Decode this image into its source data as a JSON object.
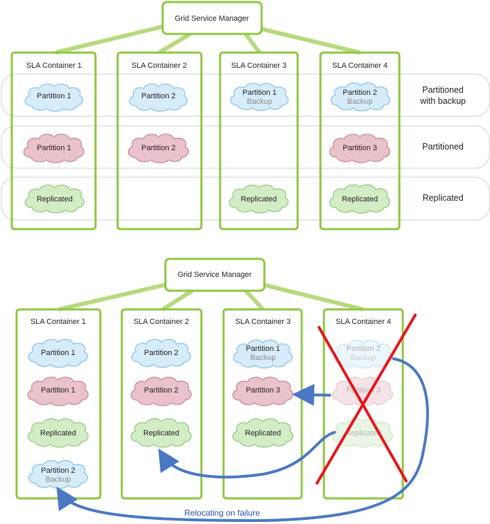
{
  "top": {
    "manager": "Grid Service Manager",
    "containers": [
      "SLA Container 1",
      "SLA Container 2",
      "SLA Container 3",
      "SLA Container 4"
    ],
    "row_labels": [
      [
        "Partitioned",
        "with backup"
      ],
      [
        "Partitioned"
      ],
      [
        "Replicated"
      ]
    ],
    "clouds": {
      "backup_row": [
        {
          "title": "Partition 1",
          "sub": ""
        },
        {
          "title": "Partition 2",
          "sub": ""
        },
        {
          "title": "Partition 1",
          "sub": "Backup"
        },
        {
          "title": "Partition 2",
          "sub": "Backup"
        }
      ],
      "partitioned_row": [
        {
          "title": "Partition 1"
        },
        {
          "title": "Partition 2"
        },
        {
          "title": "Partition 3"
        }
      ],
      "replicated_row": [
        {
          "title": "Replicated"
        },
        {
          "title": "Replicated"
        },
        {
          "title": "Replicated"
        }
      ]
    }
  },
  "bottom": {
    "manager": "Grid Service Manager",
    "containers": [
      "SLA Container 1",
      "SLA Container 2",
      "SLA Container 3",
      "SLA Container 4"
    ],
    "c1": [
      {
        "title": "Partition 1",
        "sub": ""
      },
      {
        "title": "Partition 1",
        "sub": ""
      },
      {
        "title": "Replicated",
        "sub": ""
      },
      {
        "title": "Partition 2",
        "sub": "Backup"
      }
    ],
    "c2": [
      {
        "title": "Partition 2",
        "sub": ""
      },
      {
        "title": "Partition 2",
        "sub": ""
      },
      {
        "title": "Replicated",
        "sub": ""
      }
    ],
    "c3": [
      {
        "title": "Partition 1",
        "sub": "Backup"
      },
      {
        "title": "Partition 3",
        "sub": ""
      },
      {
        "title": "Replicated",
        "sub": ""
      }
    ],
    "c4_failed": [
      {
        "title": "Partition 2",
        "sub": "Backup"
      },
      {
        "title": "Partition 3",
        "sub": ""
      },
      {
        "title": "Replicated",
        "sub": ""
      }
    ],
    "caption": "Relocating on failure"
  },
  "colors": {
    "green_border": "#8dc63f",
    "blue_cloud": "#d6ecfb",
    "blue_stroke": "#8fc4ea",
    "red_cloud": "#e9c2cb",
    "red_stroke": "#c9909c",
    "green_cloud": "#d2ecc6",
    "green_stroke": "#9ccc88",
    "arrow": "#4a78c2",
    "cross": "#e8141a"
  }
}
